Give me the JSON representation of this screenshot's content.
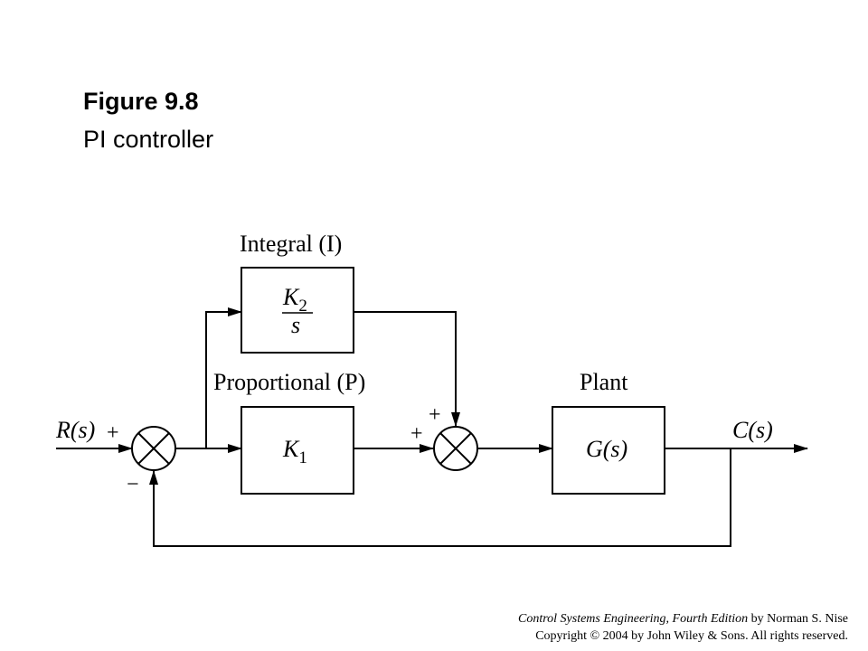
{
  "figure": {
    "title": "Figure 9.8",
    "subtitle": "PI controller"
  },
  "diagram": {
    "input_label": "R(s)",
    "output_label": "C(s)",
    "integral_label": "Integral (I)",
    "proportional_label": "Proportional (P)",
    "plant_label": "Plant",
    "integral_gain_num": "K",
    "integral_gain_sub": "2",
    "integral_gain_den": "s",
    "proportional_gain": "K",
    "proportional_gain_sub": "1",
    "plant_tf": "G(s)",
    "sum1_plus": "+",
    "sum1_minus": "−",
    "sum2_plus_top": "+",
    "sum2_plus_left": "+"
  },
  "credits": {
    "book_title": "Control Systems Engineering, Fourth Edition",
    "author": " by Norman S. Nise",
    "copyright": "Copyright © 2004 by John Wiley & Sons. All rights reserved."
  }
}
